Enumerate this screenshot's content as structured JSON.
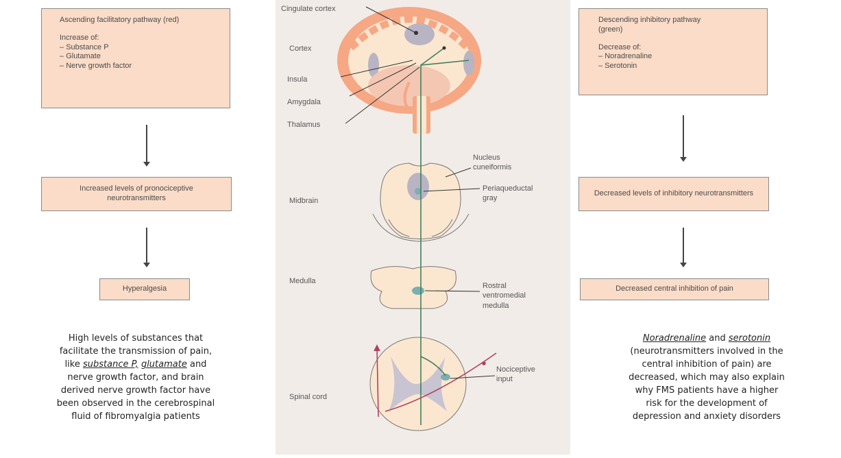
{
  "left": {
    "top_box": {
      "title": "Ascending facilitatory pathway (red)",
      "increase_label": "Increase of:",
      "items": [
        "Substance P",
        "Glutamate",
        "Nerve growth factor"
      ]
    },
    "mid_box": "Increased levels of pronociceptive neurotransmitters",
    "bottom_box": "Hyperalgesia",
    "note": {
      "line1": "High levels of substances that",
      "line2": "facilitate the transmission of pain,",
      "like": "like ",
      "substance_p": "substance P,",
      "glutamate": "glutamate",
      "and": " and",
      "line4": "nerve growth factor, and brain",
      "line5": "derived nerve growth factor have",
      "line6": "been  observed in the cerebrospinal",
      "line7": "fluid of fibromyalgia patients"
    }
  },
  "right": {
    "top_box": {
      "title": "Descending inhibitory pathway (green)",
      "decrease_label": "Decrease of:",
      "items": [
        "Noradrenaline",
        "Serotonin"
      ]
    },
    "mid_box": "Decreased levels of inhibitory neurotransmitters",
    "bottom_box": "Decreased central inhibition of pain",
    "note": {
      "noradrenaline": "Noradrenaline",
      "and": " and ",
      "serotonin": "serotonin",
      "line2": "(neurotransmitters involved in the",
      "line3": "central inhibition of pain) are",
      "line4": "decreased, which may also explain",
      "line5": "why FMS patients have a higher",
      "line6": "risk for the development of",
      "line7": "depression and anxiety disorders"
    }
  },
  "diagram": {
    "cingulate_cortex": "Cingulate cortex",
    "cortex": "Cortex",
    "insula": "Insula",
    "amygdala": "Amygdala",
    "thalamus": "Thalamus",
    "nucleus_cuneiformis_1": "Nucleus",
    "nucleus_cuneiformis_2": "cuneiformis",
    "midbrain": "Midbrain",
    "pag_1": "Periaqueductal",
    "pag_2": "gray",
    "medulla": "Medulla",
    "rvm_1": "Rostral",
    "rvm_2": "ventromedial",
    "rvm_3": "medulla",
    "spinal_cord": "Spinal cord",
    "nociceptive_1": "Nociceptive",
    "nociceptive_2": "input"
  }
}
